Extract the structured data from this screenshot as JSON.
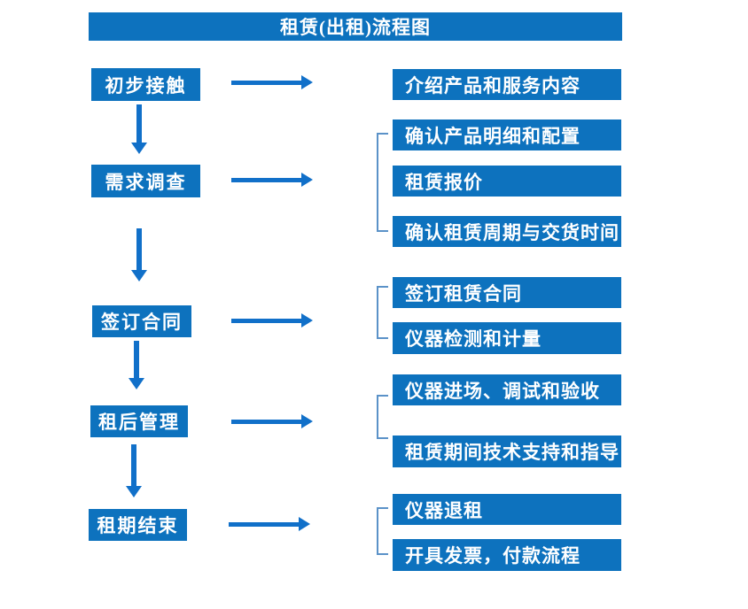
{
  "title": "租赁(出租)流程图",
  "colors": {
    "box_blue": "#0d72be",
    "arrow_blue": "#1170c9",
    "bracket_blue": "#5b92c8",
    "text_white": "#ffffff"
  },
  "steps": [
    {
      "label": "初步接触",
      "outputs": [
        "介绍产品和服务内容"
      ]
    },
    {
      "label": "需求调查",
      "outputs": [
        "确认产品明细和配置",
        "租赁报价",
        "确认租赁周期与交货时间"
      ]
    },
    {
      "label": "签订合同",
      "outputs": [
        "签订租赁合同",
        "仪器检测和计量"
      ]
    },
    {
      "label": "租后管理",
      "outputs": [
        "仪器进场、调试和验收",
        "租赁期间技术支持和指导"
      ]
    },
    {
      "label": "租期结束",
      "outputs": [
        "仪器退租",
        "开具发票，付款流程"
      ]
    }
  ]
}
